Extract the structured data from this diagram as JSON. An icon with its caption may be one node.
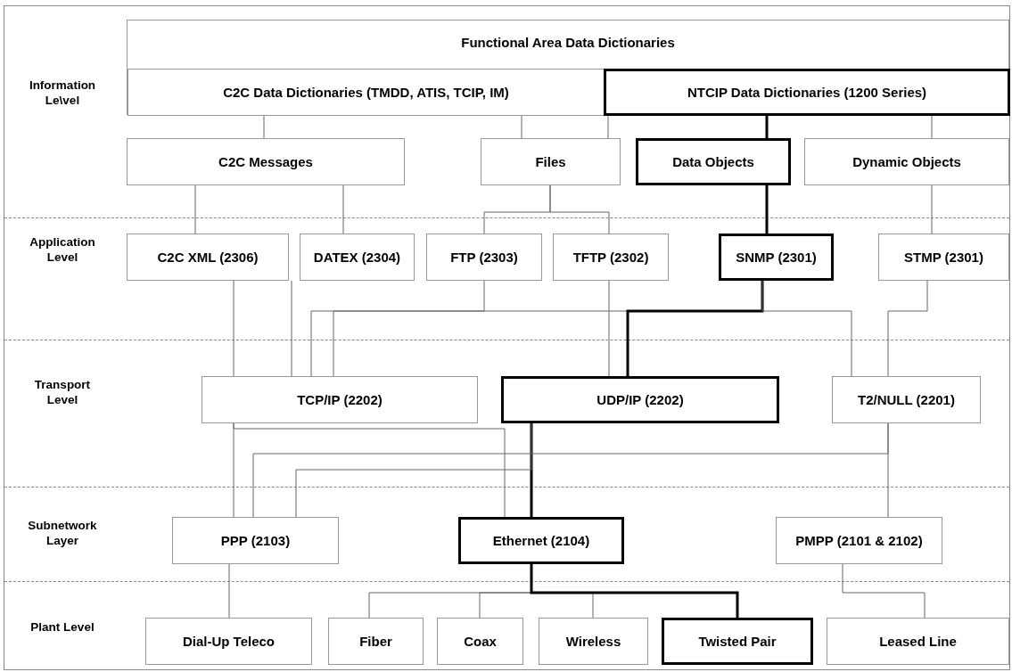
{
  "diagram": {
    "nodes": [
      {
        "text": [
          "Functional Area Data Dictionaries"
        ]
      },
      {
        "text": [
          "C2C Data Dictionaries (TMDD, ATIS, TCIP, IM)"
        ],
        "in": 0
      },
      {
        "text": [
          "NTCIP Data Dictionaries (1200 Series)"
        ],
        "in": 0
      },
      {
        "text": [
          "C2C Messages"
        ]
      },
      {
        "text": [
          "Files"
        ]
      },
      {
        "text": [
          "Data Objects"
        ]
      },
      {
        "text": [
          "Dynamic Objects"
        ]
      },
      {
        "text": [
          "C2C XML (2306)"
        ]
      },
      {
        "text": [
          "DATEX (2304)"
        ]
      },
      {
        "text": [
          "FTP (2303)"
        ]
      },
      {
        "text": [
          "TFTP (2302)"
        ]
      },
      {
        "text": [
          "SNMP (2301)"
        ]
      },
      {
        "text": [
          "STMP (2301)"
        ]
      },
      {
        "text": [
          "TCP/IP (2202)"
        ]
      },
      {
        "text": [
          "UDP/IP (2202)"
        ]
      },
      {
        "text": [
          "T2/NULL (2201)"
        ]
      },
      {
        "text": [
          "PPP (2103)"
        ]
      },
      {
        "text": [
          "Ethernet (2104)"
        ]
      },
      {
        "text": [
          "PMPP (2101 & 2102)"
        ]
      },
      {
        "text": [
          "Dial-Up Teleco"
        ]
      },
      {
        "text": [
          "Fiber"
        ]
      },
      {
        "text": [
          "Coax"
        ]
      },
      {
        "text": [
          "Wireless"
        ]
      },
      {
        "text": [
          "Twisted Pair"
        ]
      },
      {
        "text": [
          "Leased Line"
        ]
      }
    ],
    "edges": [
      {
        "from": 1,
        "to": 3,
        "arrow": "none"
      },
      {
        "from": 1,
        "to": 4,
        "arrow": "none"
      },
      {
        "from": 2,
        "to": 4,
        "arrow": "none"
      },
      {
        "from": 2,
        "to": 5,
        "arrow": "none",
        "style": "thick",
        "color": "#000000"
      },
      {
        "from": 2,
        "to": 6,
        "arrow": "none"
      },
      {
        "from": 3,
        "to": 7,
        "arrow": "none"
      },
      {
        "from": 3,
        "to": 8,
        "arrow": "none"
      },
      {
        "from": 4,
        "to": 9,
        "arrow": "none"
      },
      {
        "from": 4,
        "to": 10,
        "arrow": "none"
      },
      {
        "from": 5,
        "to": 11,
        "arrow": "none",
        "style": "thick",
        "color": "#000000"
      },
      {
        "from": 6,
        "to": 12,
        "arrow": "none"
      },
      {
        "from": 7,
        "to": 13,
        "arrow": "none"
      },
      {
        "from": 8,
        "to": 13,
        "arrow": "none"
      },
      {
        "from": 9,
        "to": 13,
        "arrow": "none"
      },
      {
        "from": 11,
        "to": 13,
        "arrow": "none"
      },
      {
        "from": 10,
        "to": 14,
        "arrow": "none"
      },
      {
        "from": 11,
        "to": 14,
        "arrow": "none",
        "style": "thick",
        "color": "#000000"
      },
      {
        "from": 11,
        "to": 15,
        "arrow": "none"
      },
      {
        "from": 12,
        "to": 15,
        "arrow": "none"
      },
      {
        "from": 13,
        "to": 16,
        "arrow": "none"
      },
      {
        "from": 13,
        "to": 17,
        "arrow": "none"
      },
      {
        "from": 14,
        "to": 17,
        "arrow": "none",
        "style": "thick",
        "color": "#000000"
      },
      {
        "from": 14,
        "to": 16,
        "arrow": "none"
      },
      {
        "from": 15,
        "to": 16,
        "arrow": "none"
      },
      {
        "from": 15,
        "to": 18,
        "arrow": "none"
      },
      {
        "from": 16,
        "to": 19,
        "arrow": "none"
      },
      {
        "from": 17,
        "to": 20,
        "arrow": "none"
      },
      {
        "from": 17,
        "to": 21,
        "arrow": "none"
      },
      {
        "from": 17,
        "to": 22,
        "arrow": "none"
      },
      {
        "from": 17,
        "to": 23,
        "arrow": "none",
        "style": "thick",
        "color": "#000000"
      },
      {
        "from": 18,
        "to": 24,
        "arrow": "none"
      }
    ],
    "labels": [
      "Information Le\\vel",
      "Application Level",
      "Transport Level",
      "Subnetwork Layer",
      "Plant Level"
    ]
  }
}
